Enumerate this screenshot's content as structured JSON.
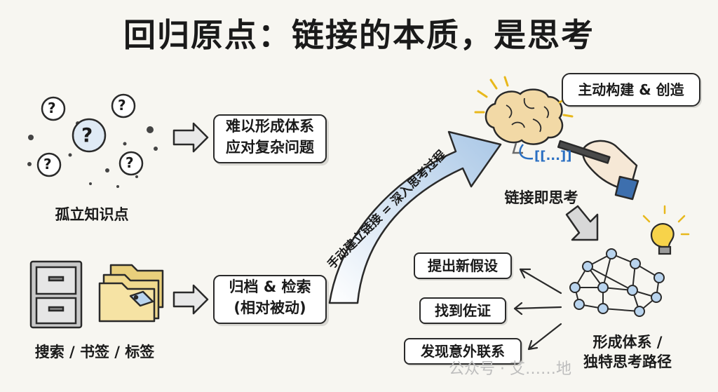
{
  "title": "回归原点：链接的本质，是思考",
  "left_top": {
    "caption": "孤立知识点",
    "box_line1": "难以形成体系",
    "box_line2": "应对复杂问题",
    "question_mark": "?"
  },
  "left_bottom": {
    "caption": "搜索 / 书签 / 标签",
    "box_line1": "归档 & 检索",
    "box_line2": "(相对被动)"
  },
  "big_arrow_text": "手动建立链接 = 深入思考过程",
  "brain": {
    "bubble": "主动构建 & 创造",
    "link_syntax": "[[...]]",
    "caption": "链接即思考"
  },
  "network": {
    "caption_line1": "形成体系 /",
    "caption_line2": "独特思考路径"
  },
  "outcomes": [
    "提出新假设",
    "找到佐证",
    "发现意外联系"
  ],
  "watermark": "公众号 · 艾……地"
}
